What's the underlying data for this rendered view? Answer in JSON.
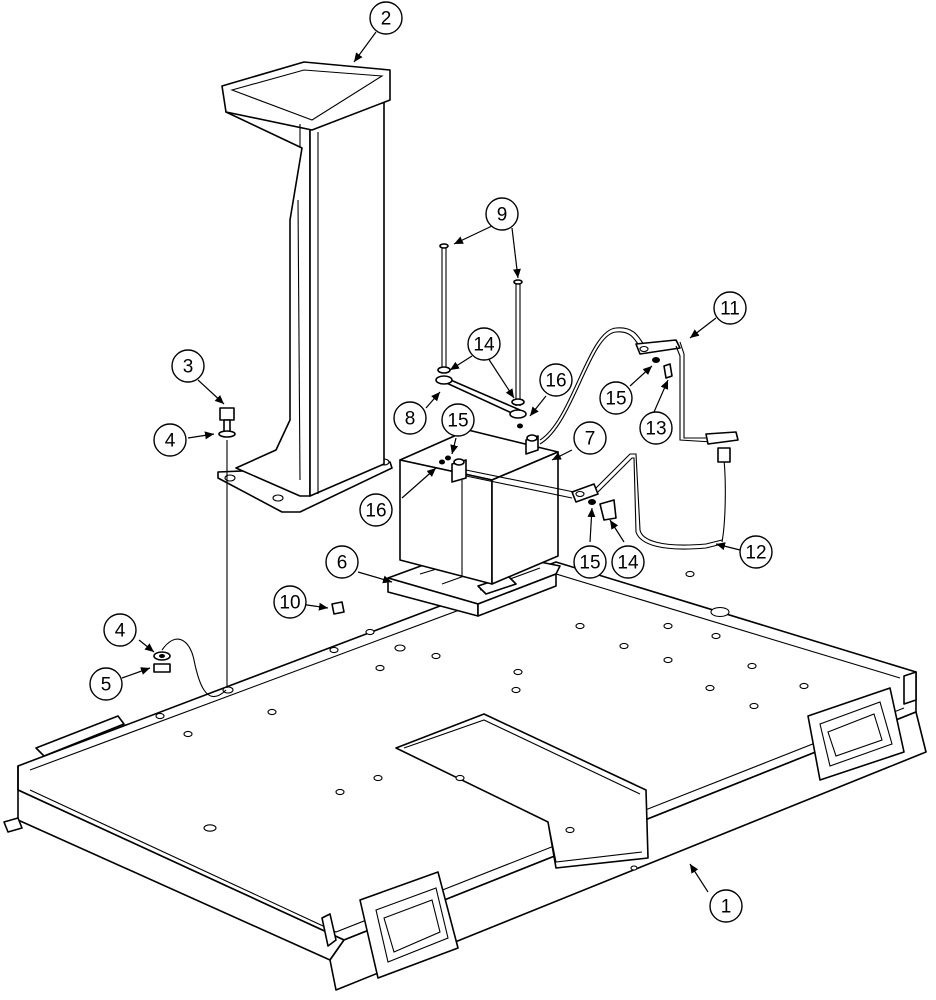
{
  "callouts": [
    {
      "label": "1"
    },
    {
      "label": "2"
    },
    {
      "label": "3"
    },
    {
      "label": "4"
    },
    {
      "label": "4"
    },
    {
      "label": "5"
    },
    {
      "label": "6"
    },
    {
      "label": "7"
    },
    {
      "label": "8"
    },
    {
      "label": "9"
    },
    {
      "label": "10"
    },
    {
      "label": "11"
    },
    {
      "label": "12"
    },
    {
      "label": "13"
    },
    {
      "label": "14"
    },
    {
      "label": "14"
    },
    {
      "label": "15"
    },
    {
      "label": "15"
    },
    {
      "label": "15"
    },
    {
      "label": "16"
    },
    {
      "label": "16"
    }
  ],
  "colors": {
    "line": "#000000",
    "background": "#ffffff"
  }
}
